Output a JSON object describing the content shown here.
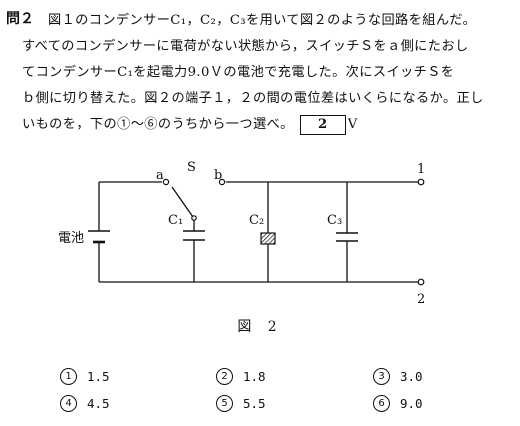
{
  "question": {
    "label": "問２",
    "lines": [
      "図１のコンデンサーC₁，C₂，C₃を用いて図２のような回路を組んだ。",
      "すべてのコンデンサーに電荷がない状態から，スイッチＳをａ側にたおし",
      "てコンデンサーC₁を起電力9.0Ｖの電池で充電した。次にスイッチＳを",
      "ｂ側に切り替えた。図２の端子１，２の間の電位差はいくらになるか。正し",
      "いものを，下の①〜⑥のうちから一つ選べ。"
    ],
    "answer_box": "2",
    "answer_unit": "V"
  },
  "circuit": {
    "battery_label": "電池",
    "switch_label": "S",
    "contact_a": "a",
    "contact_b": "b",
    "c1": "C₁",
    "c2": "C₂",
    "c3": "C₃",
    "terminal_1": "1",
    "terminal_2": "2"
  },
  "figure_caption": "図 2",
  "choices": [
    {
      "num": "1",
      "value": "1.5"
    },
    {
      "num": "2",
      "value": "1.8"
    },
    {
      "num": "3",
      "value": "3.0"
    },
    {
      "num": "4",
      "value": "4.5"
    },
    {
      "num": "5",
      "value": "5.5"
    },
    {
      "num": "6",
      "value": "9.0"
    }
  ]
}
